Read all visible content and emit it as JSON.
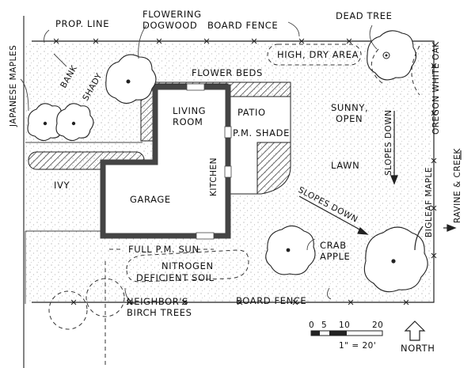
{
  "labels": {
    "prop_line": "PROP. LINE",
    "flowering_1": "FLOWERING",
    "flowering_2": "DOGWOOD",
    "board_fence_top": "BOARD FENCE",
    "dead_tree": "DEAD TREE",
    "high_dry": "HIGH, DRY AREA",
    "japanese_maples": "JAPANESE MAPLES",
    "bank": "BANK",
    "shady": "SHADY",
    "flower_beds": "FLOWER BEDS",
    "living_1": "LIVING",
    "living_2": "ROOM",
    "patio": "PATIO",
    "pm_shade": "P.M. SHADE",
    "sunny": "SUNNY,",
    "open": "OPEN",
    "slopes_down_v": "SLOPES DOWN",
    "oregon_oak": "OREGON WHITE OAK",
    "lawn": "LAWN",
    "kitchen": "KITCHEN",
    "ivy": "IVY",
    "garage": "GARAGE",
    "slopes_down_d": "SLOPES DOWN",
    "ravine": "RAVINE & CREEK",
    "bigleaf": "BIGLEAF MAPLE",
    "full_pm_sun": "FULL P.M. SUN",
    "crab_1": "CRAB",
    "crab_2": "APPLE",
    "nitrogen_1": "NITROGEN",
    "nitrogen_2": "DEFICIENT SOIL",
    "board_fence_bottom": "BOARD FENCE",
    "neighbors_1": "NEIGHBOR'S",
    "neighbors_2": "BIRCH TREES",
    "scale": "1\" = 20'",
    "north": "NORTH",
    "scale_ticks": [
      "0",
      "5",
      "10",
      "20"
    ]
  },
  "icons": [
    "north-arrow-icon",
    "scale-bar-icon"
  ]
}
